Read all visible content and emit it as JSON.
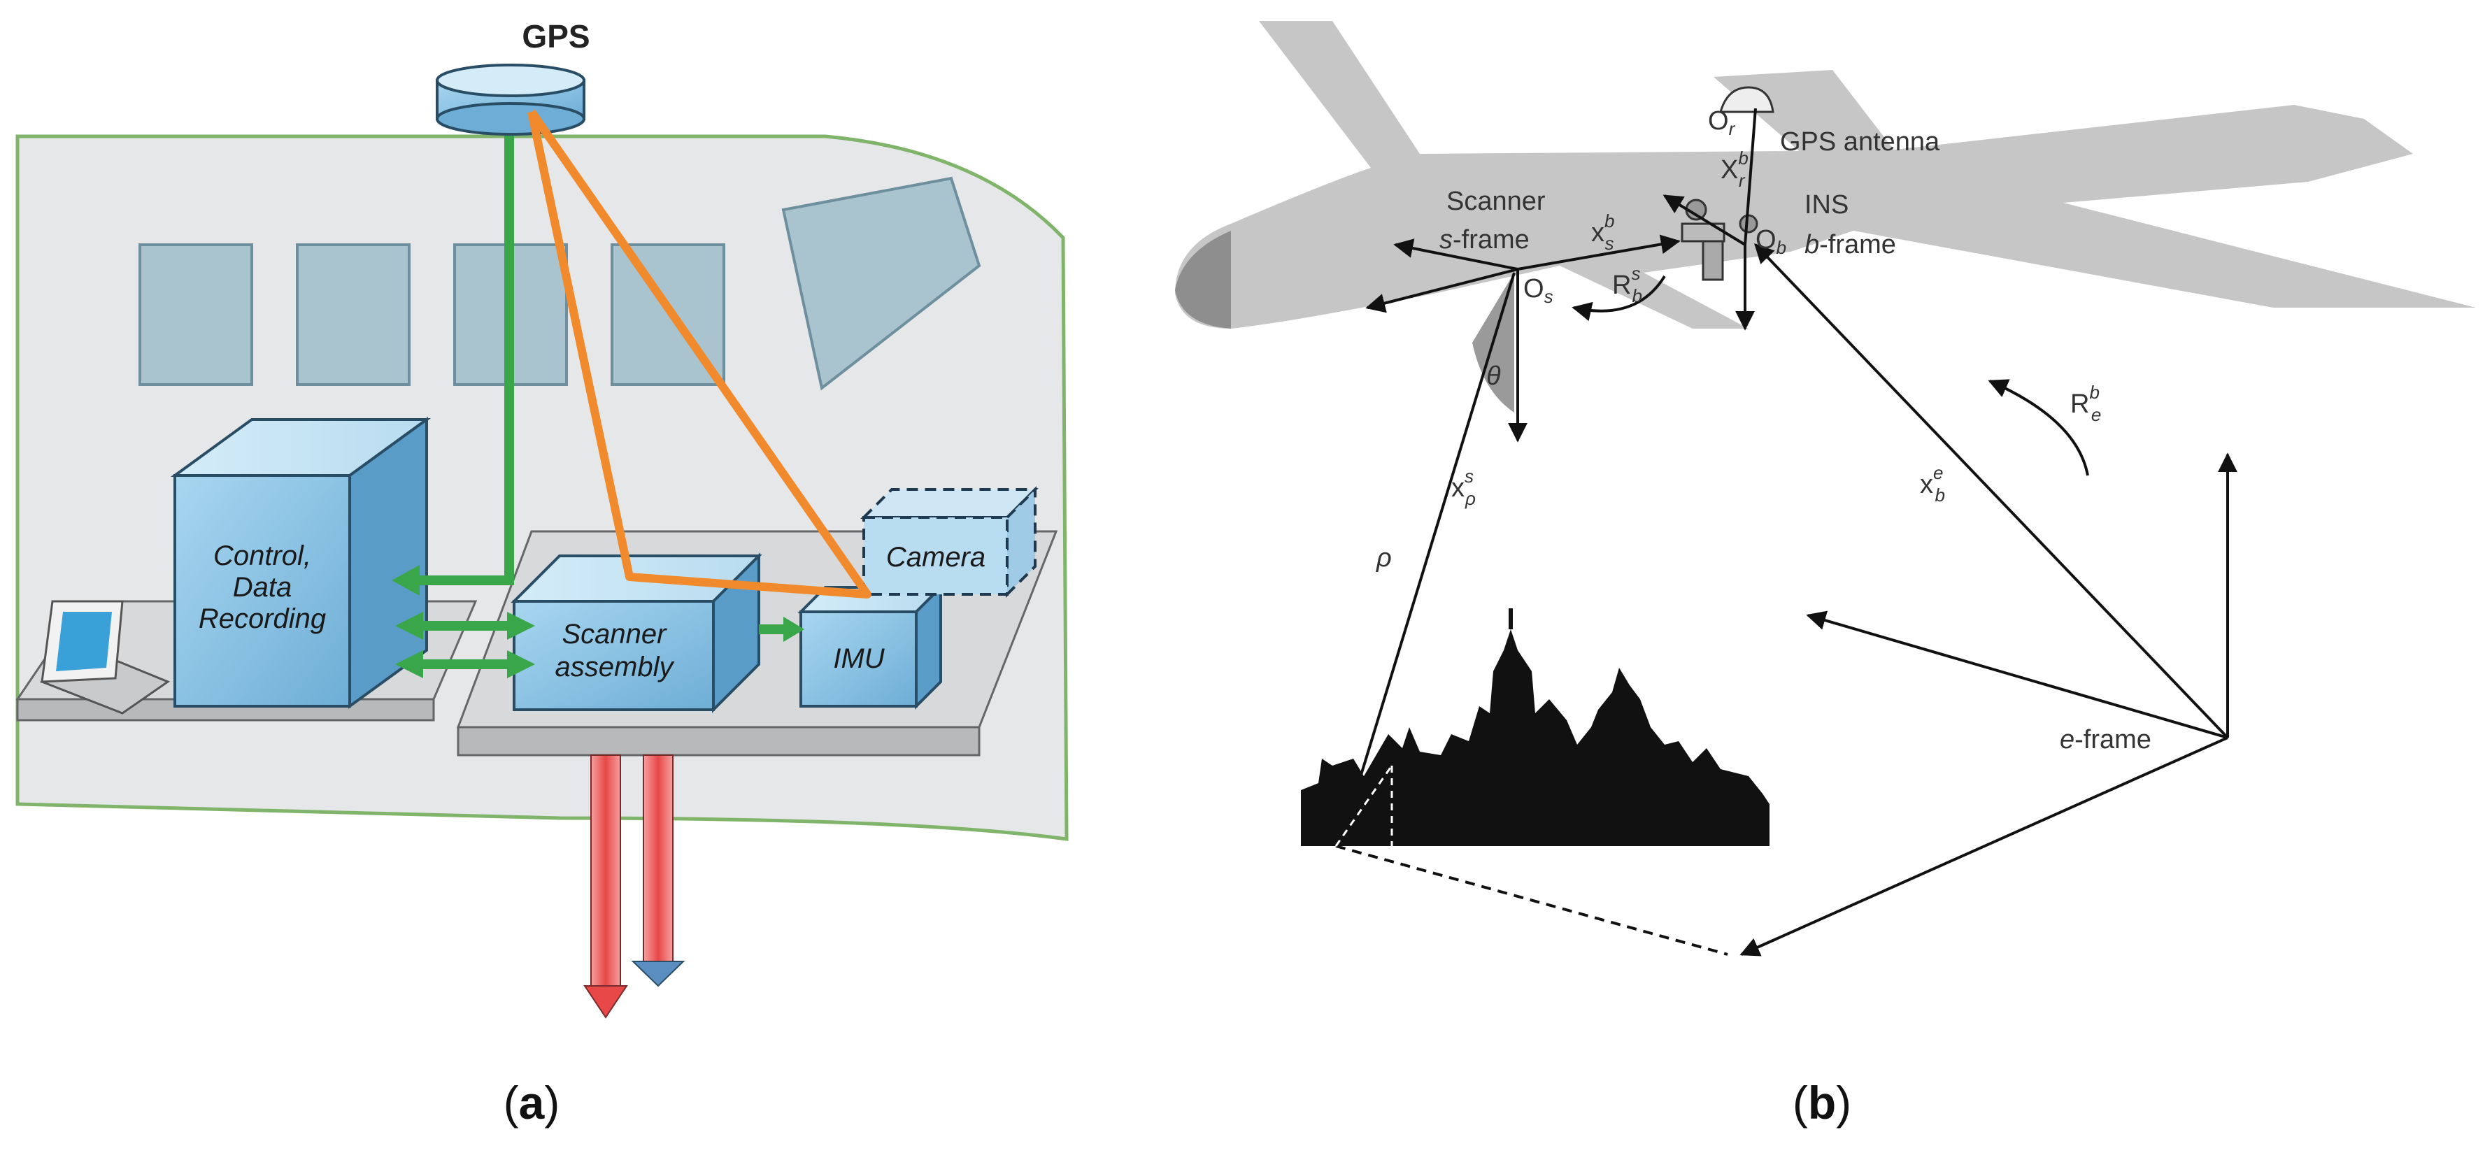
{
  "panel_a": {
    "gps_label": "GPS",
    "control_label_line1": "Control,",
    "control_label_line2": "Data",
    "control_label_line3": "Recording",
    "scanner_label_line1": "Scanner",
    "scanner_label_line2": "assembly",
    "imu_label": "IMU",
    "camera_label": "Camera",
    "caption_open": "(",
    "caption_letter": "a",
    "caption_close": ")"
  },
  "panel_b": {
    "o_r": "O",
    "o_r_sub": "r",
    "gps_antenna": "GPS antenna",
    "x_r_b": "X",
    "x_r_b_sup": "b",
    "x_r_b_sub": "r",
    "ins": "INS",
    "b_frame_italic": "b",
    "b_frame_rest": "-frame",
    "o_b": "O",
    "o_b_sub": "b",
    "scanner": "Scanner",
    "s_frame_italic": "s",
    "s_frame_rest": "-frame",
    "x_s_b": "x",
    "x_s_b_sup": "b",
    "x_s_b_sub": "s",
    "o_s": "O",
    "o_s_sub": "s",
    "r_b_s": "R",
    "r_b_s_sup": "s",
    "r_b_s_sub": "b",
    "theta": "θ",
    "r_e_b": "R",
    "r_e_b_sup": "b",
    "r_e_b_sub": "e",
    "x_p_s": "x",
    "x_p_s_sup": "s",
    "x_p_s_sub": "ρ",
    "rho": "ρ",
    "x_b_e": "x",
    "x_b_e_sup": "e",
    "x_b_e_sub": "b",
    "e_frame_italic": "e",
    "e_frame_rest": "-frame",
    "caption_open": "(",
    "caption_letter": "b",
    "caption_close": ")"
  },
  "colors": {
    "box_blue": "#8ec6e8",
    "green_link": "#3aa64a",
    "orange_link": "#f08a2c",
    "red_beam": "#e8504f",
    "plane_gray": "#c8c8c8"
  }
}
